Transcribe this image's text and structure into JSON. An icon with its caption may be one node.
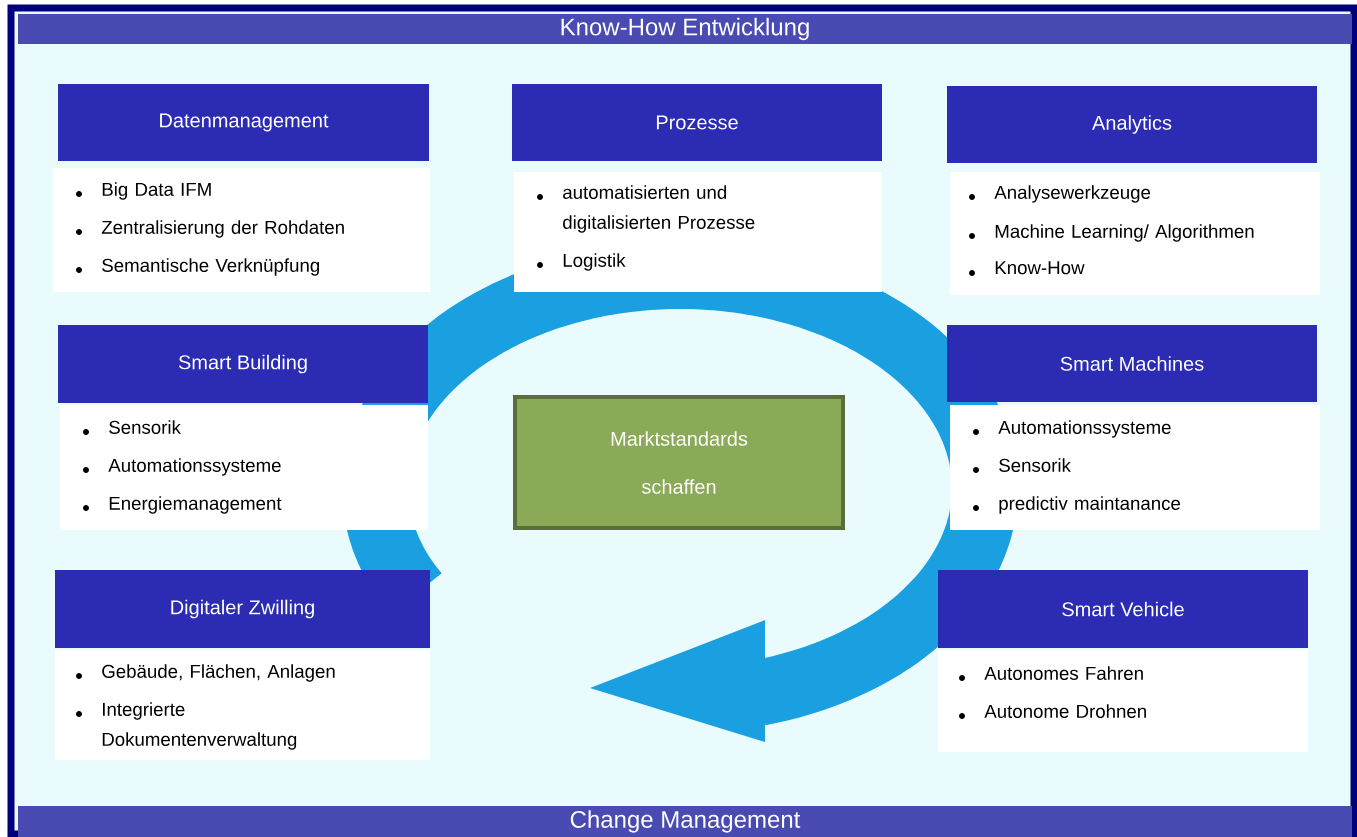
{
  "diagram": {
    "nodes": [
      {
        "text": [
          "Know-How Entwicklung"
        ]
      },
      {
        "text": [
          "Datenmanagement",
          "Big Data IFM",
          "Zentralisierung der Rohdaten",
          "Semantische Verknüpfung"
        ]
      },
      {
        "text": [
          "Prozesse",
          "automatisierten und digitalisierten Prozesse",
          "Logistik"
        ]
      },
      {
        "text": [
          "Analytics",
          "Analysewerkzeuge",
          "Machine Learning/ Algorithmen",
          "Know-How"
        ]
      },
      {
        "text": [
          "Smart Building",
          "Sensorik",
          "Automationssysteme",
          "Energiemanagement"
        ]
      },
      {
        "text": [
          "Marktstandards schaffen"
        ]
      },
      {
        "text": [
          "Smart Machines",
          "Automationssysteme",
          "Sensorik",
          "predictiv maintanance"
        ]
      },
      {
        "text": [
          "Digitaler Zwilling",
          "Gebäude, Flächen, Anlagen",
          "Integrierte Dokumentenverwaltung"
        ]
      },
      {
        "text": [
          "Smart Vehicle",
          "Autonomes Fahren",
          "Autonome Drohnen"
        ]
      },
      {
        "text": [
          "Change Management"
        ]
      }
    ]
  }
}
